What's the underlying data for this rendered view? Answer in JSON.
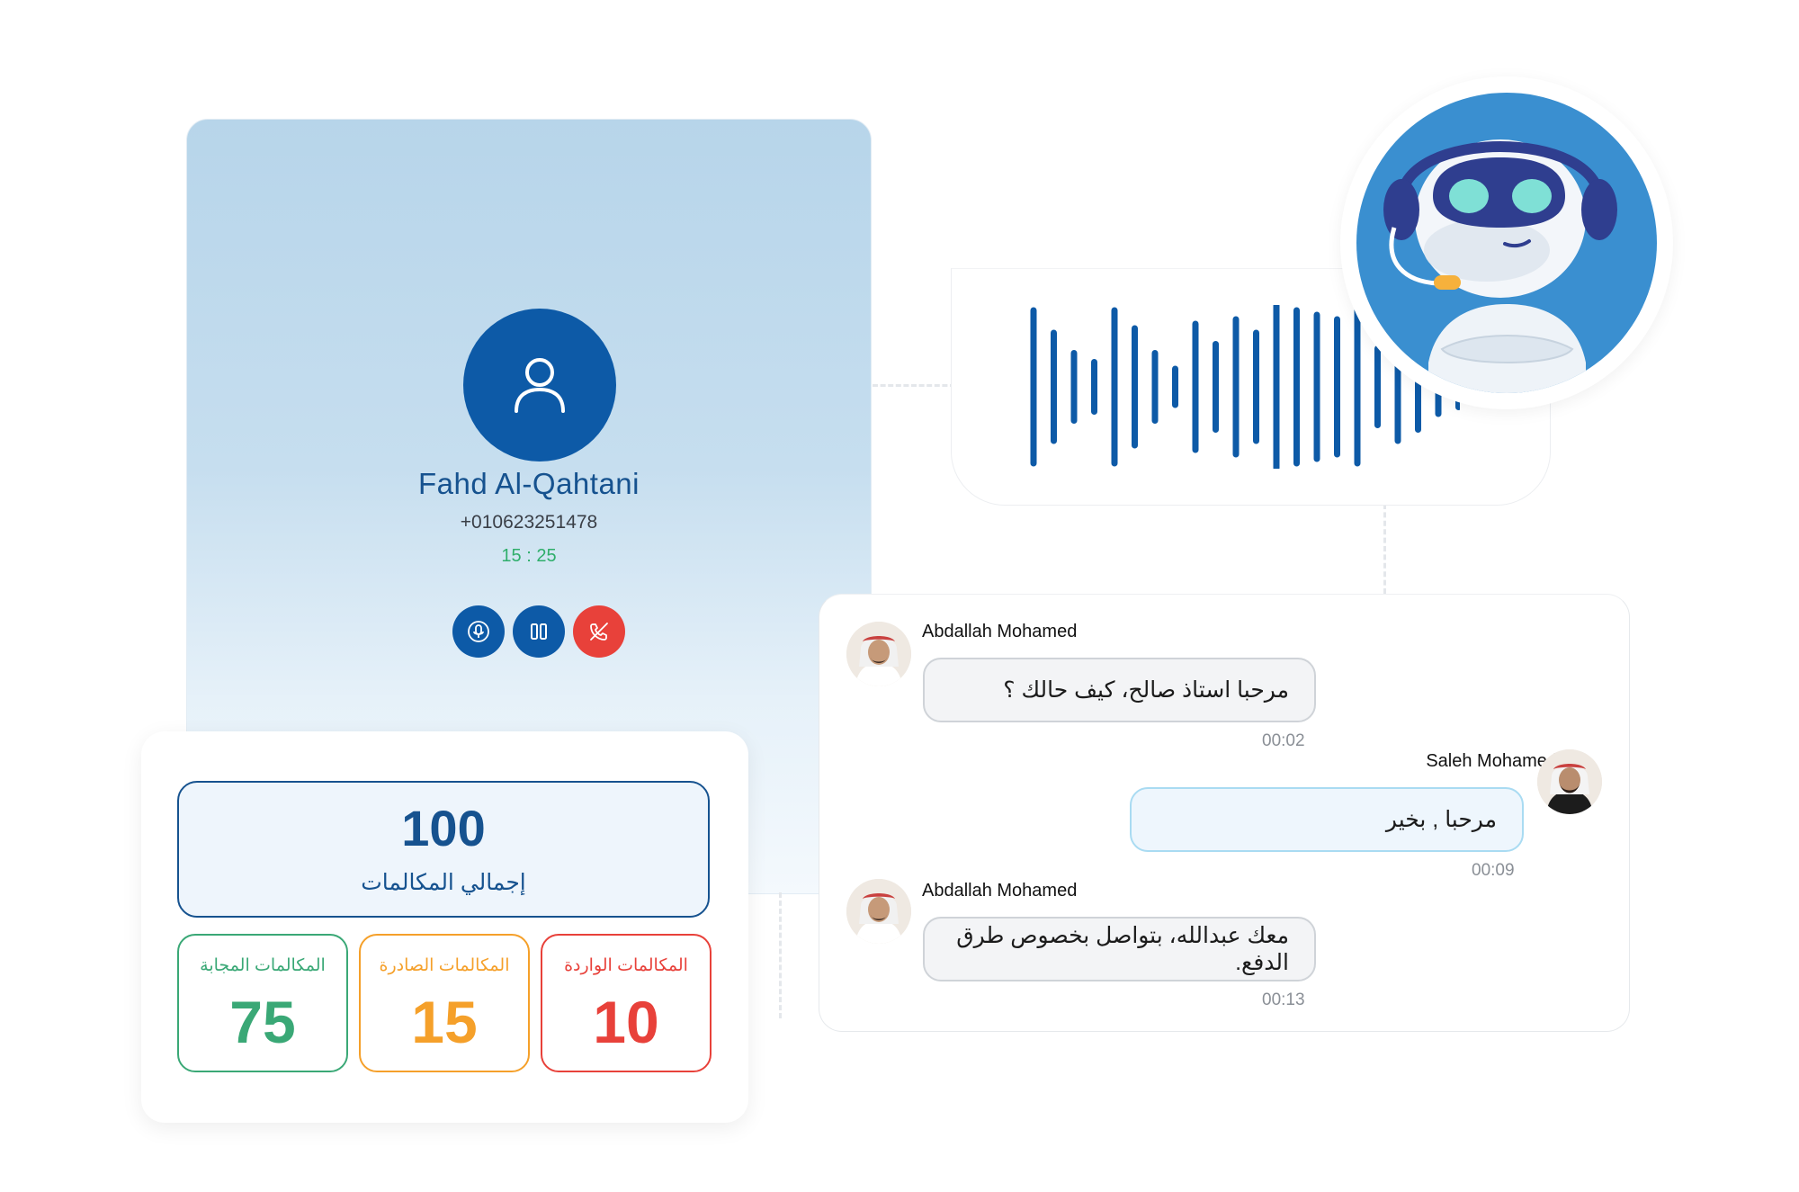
{
  "call": {
    "caller_name": "Fahd Al-Qahtani",
    "phone": "+010623251478",
    "timer": "15 : 25",
    "icons": [
      "user-icon",
      "microphone-icon",
      "pause-icon",
      "end-call-icon"
    ],
    "colors": {
      "primary": "#0d5aa7",
      "end_call": "#e8413a",
      "timer": "#2fae6b"
    }
  },
  "stats": {
    "total": {
      "value": "100",
      "label": "إجمالي المكالمات"
    },
    "answered": {
      "value": "75",
      "label": "المكالمات المجابة",
      "color": "#3aa876"
    },
    "outgoing": {
      "value": "15",
      "label": "المكالمات الصادرة",
      "color": "#f5a02a"
    },
    "incoming": {
      "value": "10",
      "label": "المكالمات الواردة",
      "color": "#e8413a"
    }
  },
  "voice": {
    "icons": [
      "waveform-icon",
      "robot-agent-icon"
    ],
    "colors": {
      "wave": "#0d5aa7",
      "bot_background": "#3a8fd0"
    }
  },
  "chat": {
    "messages": [
      {
        "sender": "Abdallah Mohamed",
        "text": "مرحبا استاذ صالح، كيف حالك ؟",
        "time": "00:02",
        "direction": "incoming"
      },
      {
        "sender": "Saleh Mohamed",
        "text": "مرحبا , بخير",
        "time": "00:09",
        "direction": "outgoing"
      },
      {
        "sender": "Abdallah Mohamed",
        "text": "معك عبدالله، بتواصل  بخصوص طرق الدفع.",
        "time": "00:13",
        "direction": "incoming"
      }
    ]
  }
}
